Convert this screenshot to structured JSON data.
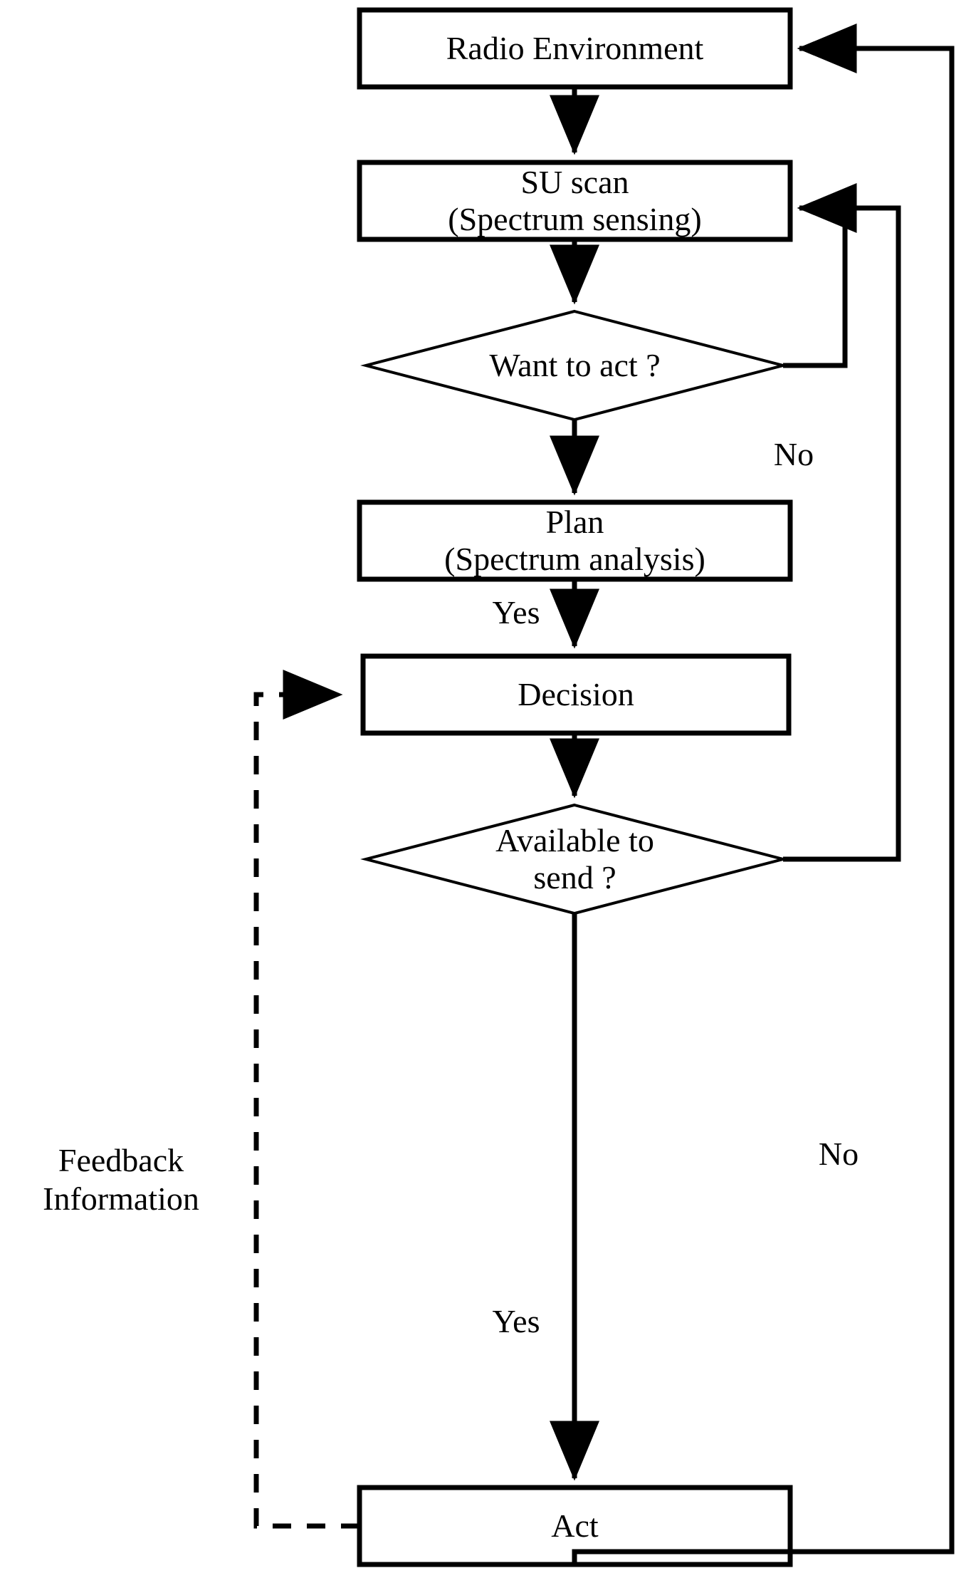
{
  "diagram": {
    "type": "flowchart",
    "title": "Cognitive radio cycle flowchart",
    "stroke_color": "#000000",
    "fill_color": "#ffffff",
    "background": "#ffffff"
  },
  "nodes": {
    "radio_environment": {
      "label": "Radio Environment",
      "shape": "rectangle"
    },
    "su_scan": {
      "label": "SU scan\n(Spectrum sensing)",
      "shape": "rectangle"
    },
    "want_to_act": {
      "label": "Want to act ?",
      "shape": "diamond"
    },
    "plan": {
      "label": "Plan\n(Spectrum analysis)",
      "shape": "rectangle"
    },
    "decision": {
      "label": "Decision",
      "shape": "rectangle"
    },
    "available_to_send": {
      "label": "Available to\nsend ?",
      "shape": "diamond"
    },
    "act": {
      "label": "Act",
      "shape": "rectangle"
    }
  },
  "edge_labels": {
    "want_to_act_no": "No",
    "want_to_act_yes": "Yes",
    "available_no": "No",
    "available_yes": "Yes",
    "feedback": "Feedback\nInformation"
  }
}
